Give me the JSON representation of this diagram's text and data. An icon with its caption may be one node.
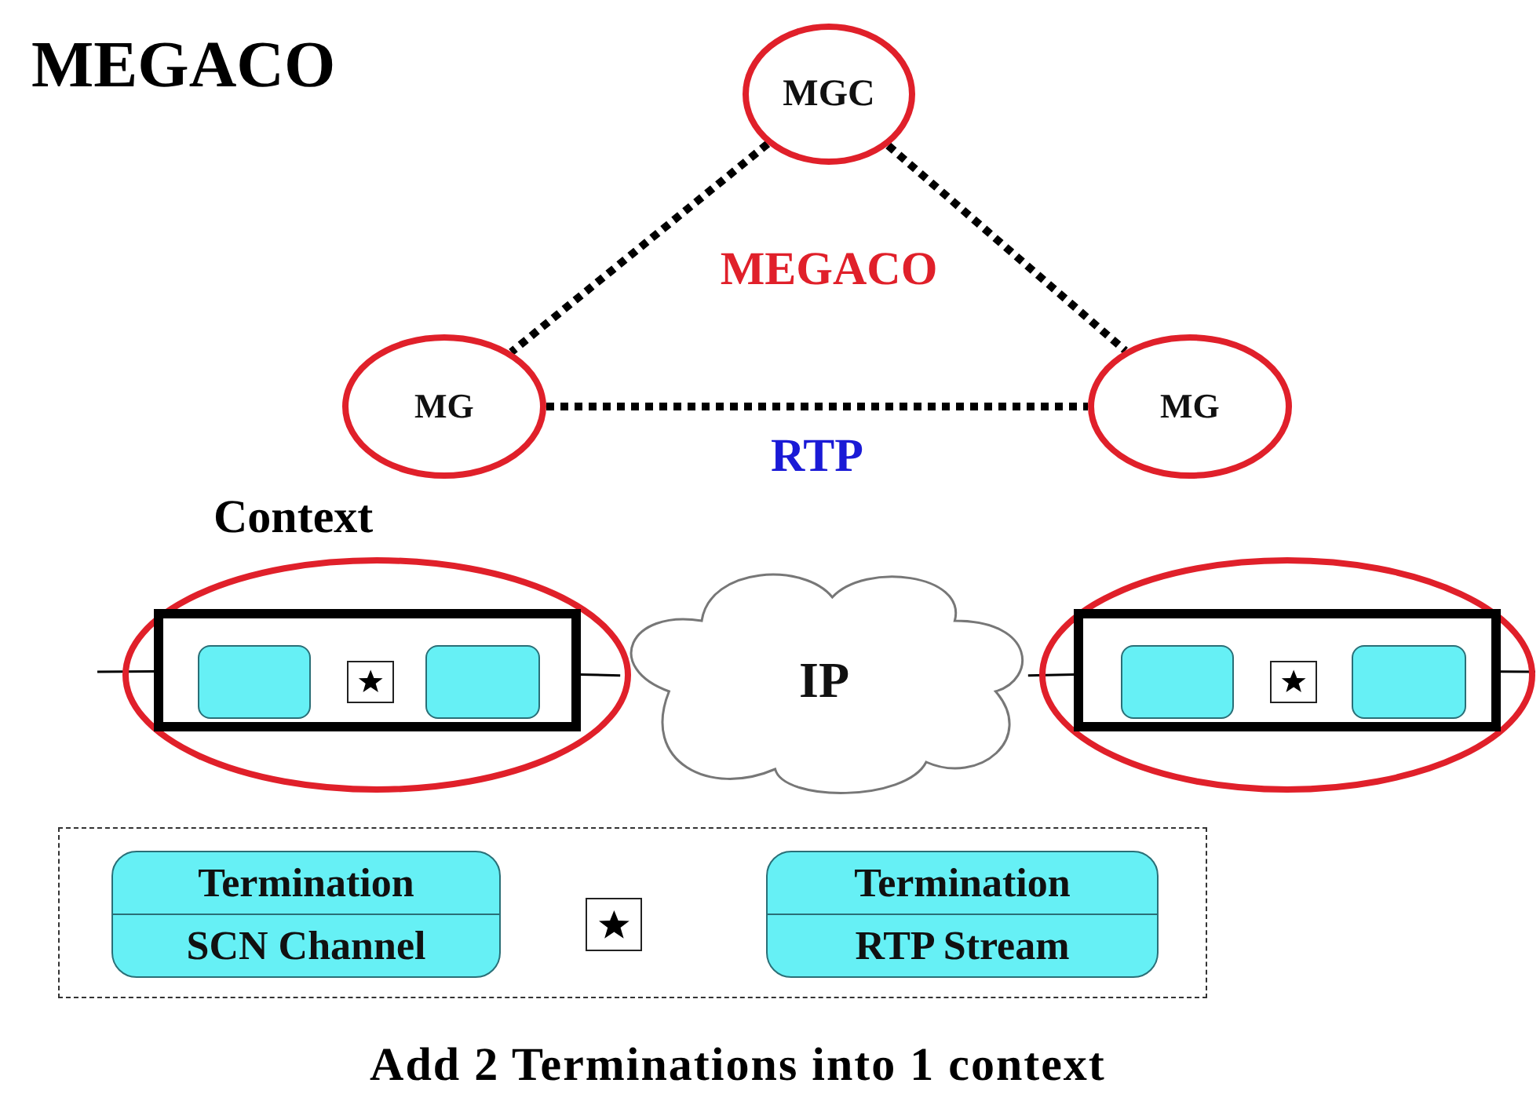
{
  "diagram": {
    "title": "MEGACO",
    "caption": "Add 2 Terminations into 1 context",
    "nodes": [
      {
        "text": [
          "MGC"
        ]
      },
      {
        "text": [
          "MG"
        ]
      },
      {
        "text": [
          "MG"
        ]
      },
      {
        "text": [],
        "shape": "ellipse",
        "beside": [
          "Context"
        ]
      },
      {
        "text": [],
        "shape": "box",
        "in": 3
      },
      {
        "text": [],
        "shape": "box",
        "in": 4
      },
      {
        "text": [],
        "shape": "star",
        "in": 4
      },
      {
        "text": [],
        "shape": "box",
        "in": 4
      },
      {
        "text": [
          "IP"
        ]
      },
      {
        "text": [],
        "shape": "ellipse"
      },
      {
        "text": [],
        "shape": "box",
        "in": 9
      },
      {
        "text": [],
        "shape": "box",
        "in": 10
      },
      {
        "text": [],
        "shape": "star",
        "in": 10
      },
      {
        "text": [],
        "shape": "box",
        "in": 10
      },
      {
        "text": [],
        "shape": "box"
      },
      {
        "text": [
          "Termination",
          "SCN Channel"
        ],
        "in": 14
      },
      {
        "text": [],
        "shape": "star",
        "in": 14
      },
      {
        "text": [
          "Termination",
          "RTP Stream"
        ],
        "in": 14
      }
    ],
    "edges": [
      {
        "from": 0,
        "to": 1,
        "arrow": "none",
        "style": "dashed"
      },
      {
        "from": 0,
        "to": 2,
        "arrow": "none",
        "style": "dashed"
      },
      {
        "from": 1,
        "to": 2,
        "arrow": "none",
        "style": "dashed",
        "label": "RTP"
      },
      {
        "from": null,
        "to": 4,
        "arrow": "none"
      },
      {
        "from": 4,
        "to": 8,
        "arrow": "none"
      },
      {
        "from": 8,
        "to": 10,
        "arrow": "none"
      },
      {
        "from": 10,
        "to": null,
        "arrow": "none"
      }
    ],
    "labels": [
      "MEGACO"
    ]
  }
}
